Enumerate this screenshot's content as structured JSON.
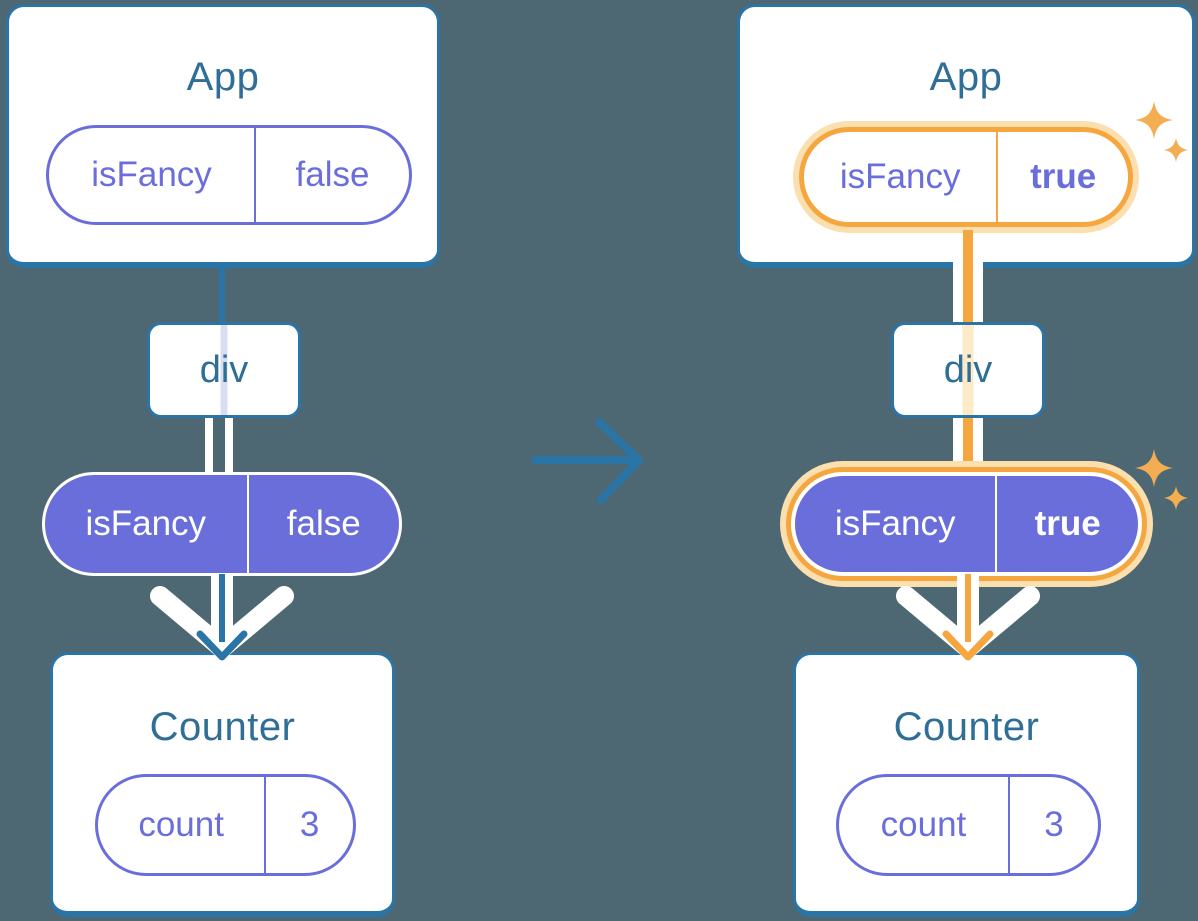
{
  "colors": {
    "background": "#4D6872",
    "card_white": "#FFFFFF",
    "line_blue": "#2B74A6",
    "title_text": "#2F6E96",
    "purple": "#6A6EDB",
    "highlight_orange": "#F6A63F",
    "highlight_orange_pale": "#FBDFAF",
    "sparkle_orange": "#F3AD52",
    "lavender_trace": "#D8DDF2",
    "orange_trace": "#FCEAC8"
  },
  "icons": {
    "transition_arrow": "right-arrow",
    "pass_down_arrow": "down-arrow",
    "highlight_sparkles": "four-point-stars"
  },
  "left_tree": {
    "app_card": {
      "title": "App",
      "prop_pill": {
        "key": "isFancy",
        "value": "false"
      }
    },
    "div_box": {
      "label": "div"
    },
    "passed_prop_pill": {
      "key": "isFancy",
      "value": "false"
    },
    "counter_card": {
      "title": "Counter",
      "state_pill": {
        "key": "count",
        "value": "3"
      }
    }
  },
  "right_tree": {
    "app_card": {
      "title": "App",
      "prop_pill": {
        "key": "isFancy",
        "value": "true"
      }
    },
    "div_box": {
      "label": "div"
    },
    "passed_prop_pill": {
      "key": "isFancy",
      "value": "true"
    },
    "counter_card": {
      "title": "Counter",
      "state_pill": {
        "key": "count",
        "value": "3"
      }
    }
  }
}
